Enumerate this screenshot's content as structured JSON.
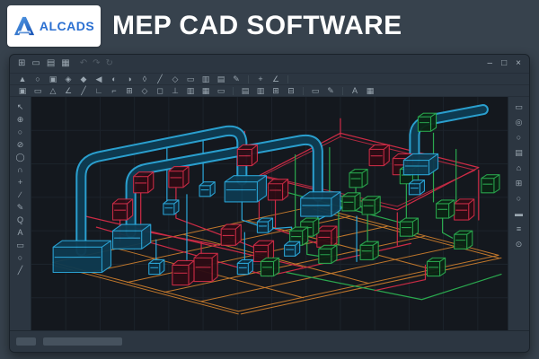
{
  "header": {
    "brand": "ALCADS",
    "title": "MEP CAD SOFTWARE"
  },
  "window": {
    "titlebar": {
      "left_icons": [
        {
          "name": "grid-view-icon",
          "glyph": "⊞"
        },
        {
          "name": "new-window-icon",
          "glyph": "▭"
        },
        {
          "name": "save-icon",
          "glyph": "▤"
        },
        {
          "name": "save-all-icon",
          "glyph": "▦"
        }
      ],
      "history_icons": [
        {
          "name": "undo-icon",
          "glyph": "↶"
        },
        {
          "name": "redo-icon",
          "glyph": "↷"
        },
        {
          "name": "refresh-icon",
          "glyph": "↻"
        }
      ],
      "controls": [
        {
          "name": "minimize-button",
          "glyph": "–"
        },
        {
          "name": "maximize-button",
          "glyph": "□"
        },
        {
          "name": "close-button",
          "glyph": "×"
        }
      ]
    },
    "toolbar_row1": [
      {
        "name": "select-tool-icon",
        "glyph": "▲"
      },
      {
        "name": "node-tool-icon",
        "glyph": "○"
      },
      {
        "name": "region-tool-icon",
        "glyph": "▣"
      },
      {
        "name": "diamond-tool-icon",
        "glyph": "◈"
      },
      {
        "name": "solid-tool-icon",
        "glyph": "◆"
      },
      {
        "name": "back-tool-icon",
        "glyph": "◀"
      },
      {
        "name": "contrast-tool-icon",
        "glyph": "◐"
      },
      {
        "name": "invert-tool-icon",
        "glyph": "◑"
      },
      {
        "name": "lozenge-tool-icon",
        "glyph": "◊"
      },
      {
        "name": "line-tool-icon",
        "glyph": "╱"
      },
      {
        "name": "outline-tool-icon",
        "glyph": "◇"
      },
      {
        "name": "frame-tool-icon",
        "glyph": "▭"
      },
      {
        "name": "panel-tool-icon",
        "glyph": "▥"
      },
      {
        "name": "rows-tool-icon",
        "glyph": "▤"
      },
      {
        "name": "pen-tool-icon",
        "glyph": "✎"
      },
      {
        "name": "separator",
        "glyph": ""
      },
      {
        "name": "move-tool-icon",
        "glyph": "+"
      },
      {
        "name": "angle-tool-icon",
        "glyph": "∠"
      },
      {
        "name": "separator",
        "glyph": ""
      }
    ],
    "toolbar_row2": [
      {
        "name": "square-corner-icon",
        "glyph": "▣"
      },
      {
        "name": "rectangle-icon",
        "glyph": "▭"
      },
      {
        "name": "triangle-icon",
        "glyph": "△"
      },
      {
        "name": "angle-icon",
        "glyph": "∠"
      },
      {
        "name": "diagonal-icon",
        "glyph": "╱"
      },
      {
        "name": "right-angle-icon",
        "glyph": "∟"
      },
      {
        "name": "corner-icon",
        "glyph": "⌐"
      },
      {
        "name": "grid-icon",
        "glyph": "⊞"
      },
      {
        "name": "diamond2-icon",
        "glyph": "◇"
      },
      {
        "name": "box-icon",
        "glyph": "◻"
      },
      {
        "name": "perpendicular-icon",
        "glyph": "⊥"
      },
      {
        "name": "panel-icon",
        "glyph": "▥"
      },
      {
        "name": "hatch-icon",
        "glyph": "▦"
      },
      {
        "name": "bar-icon",
        "glyph": "▭"
      },
      {
        "name": "separator",
        "glyph": ""
      },
      {
        "name": "layers-icon",
        "glyph": "▤"
      },
      {
        "name": "detail-icon",
        "glyph": "▥"
      },
      {
        "name": "window-grid-icon",
        "glyph": "⊞"
      },
      {
        "name": "window-split-icon",
        "glyph": "⊟"
      },
      {
        "name": "separator",
        "glyph": ""
      },
      {
        "name": "viewport-icon",
        "glyph": "▭"
      },
      {
        "name": "annotate-icon",
        "glyph": "✎"
      },
      {
        "name": "separator",
        "glyph": ""
      },
      {
        "name": "text-icon",
        "glyph": "A"
      },
      {
        "name": "table-icon",
        "glyph": "▦"
      }
    ],
    "left_toolbar": [
      {
        "name": "pointer-icon",
        "glyph": "↖"
      },
      {
        "name": "move-icon",
        "glyph": "⊕"
      },
      {
        "name": "circle-icon",
        "glyph": "○"
      },
      {
        "name": "tangent-line-icon",
        "glyph": "⊘"
      },
      {
        "name": "ellipse-icon",
        "glyph": "◯"
      },
      {
        "name": "arc-icon",
        "glyph": "∩"
      },
      {
        "name": "crosshair-icon",
        "glyph": "+"
      },
      {
        "name": "polyline-icon",
        "glyph": "∕"
      },
      {
        "name": "pencil-icon",
        "glyph": "✎"
      },
      {
        "name": "zoom-icon",
        "glyph": "Q"
      },
      {
        "name": "text-tool-icon",
        "glyph": "A"
      },
      {
        "name": "rectangle-tool-icon",
        "glyph": "▭"
      },
      {
        "name": "polygon-tool-icon",
        "glyph": "○"
      },
      {
        "name": "segment-tool-icon",
        "glyph": "╱"
      }
    ],
    "right_toolbar": [
      {
        "name": "properties-panel-icon",
        "glyph": "▭"
      },
      {
        "name": "snap-icon",
        "glyph": "◎"
      },
      {
        "name": "circle-ref-icon",
        "glyph": "○"
      },
      {
        "name": "layers-panel-icon",
        "glyph": "▤"
      },
      {
        "name": "home-icon",
        "glyph": "⌂"
      },
      {
        "name": "viewports-icon",
        "glyph": "⊞"
      },
      {
        "name": "osnap-icon",
        "glyph": "○"
      },
      {
        "name": "comments-icon",
        "glyph": "▬"
      },
      {
        "name": "list-panel-icon",
        "glyph": "≡"
      },
      {
        "name": "info-icon",
        "glyph": "⊙"
      }
    ]
  },
  "colors": {
    "page_background": "#37424d",
    "window_frame": "#2c3641",
    "canvas_background": "#14181e",
    "grid_line": "#1c232b",
    "icon_gray": "#9aa6b0",
    "control_gray": "#aab5be",
    "brand_blue": "#2a6fd1",
    "title_text": "#ffffff",
    "duct_blue": "#2ba6d8",
    "duct_inner": "#0e3a50",
    "electrical_red": "#cc2b45",
    "wiring_green": "#2aa84e",
    "floor_orange": "#c87b2c"
  }
}
